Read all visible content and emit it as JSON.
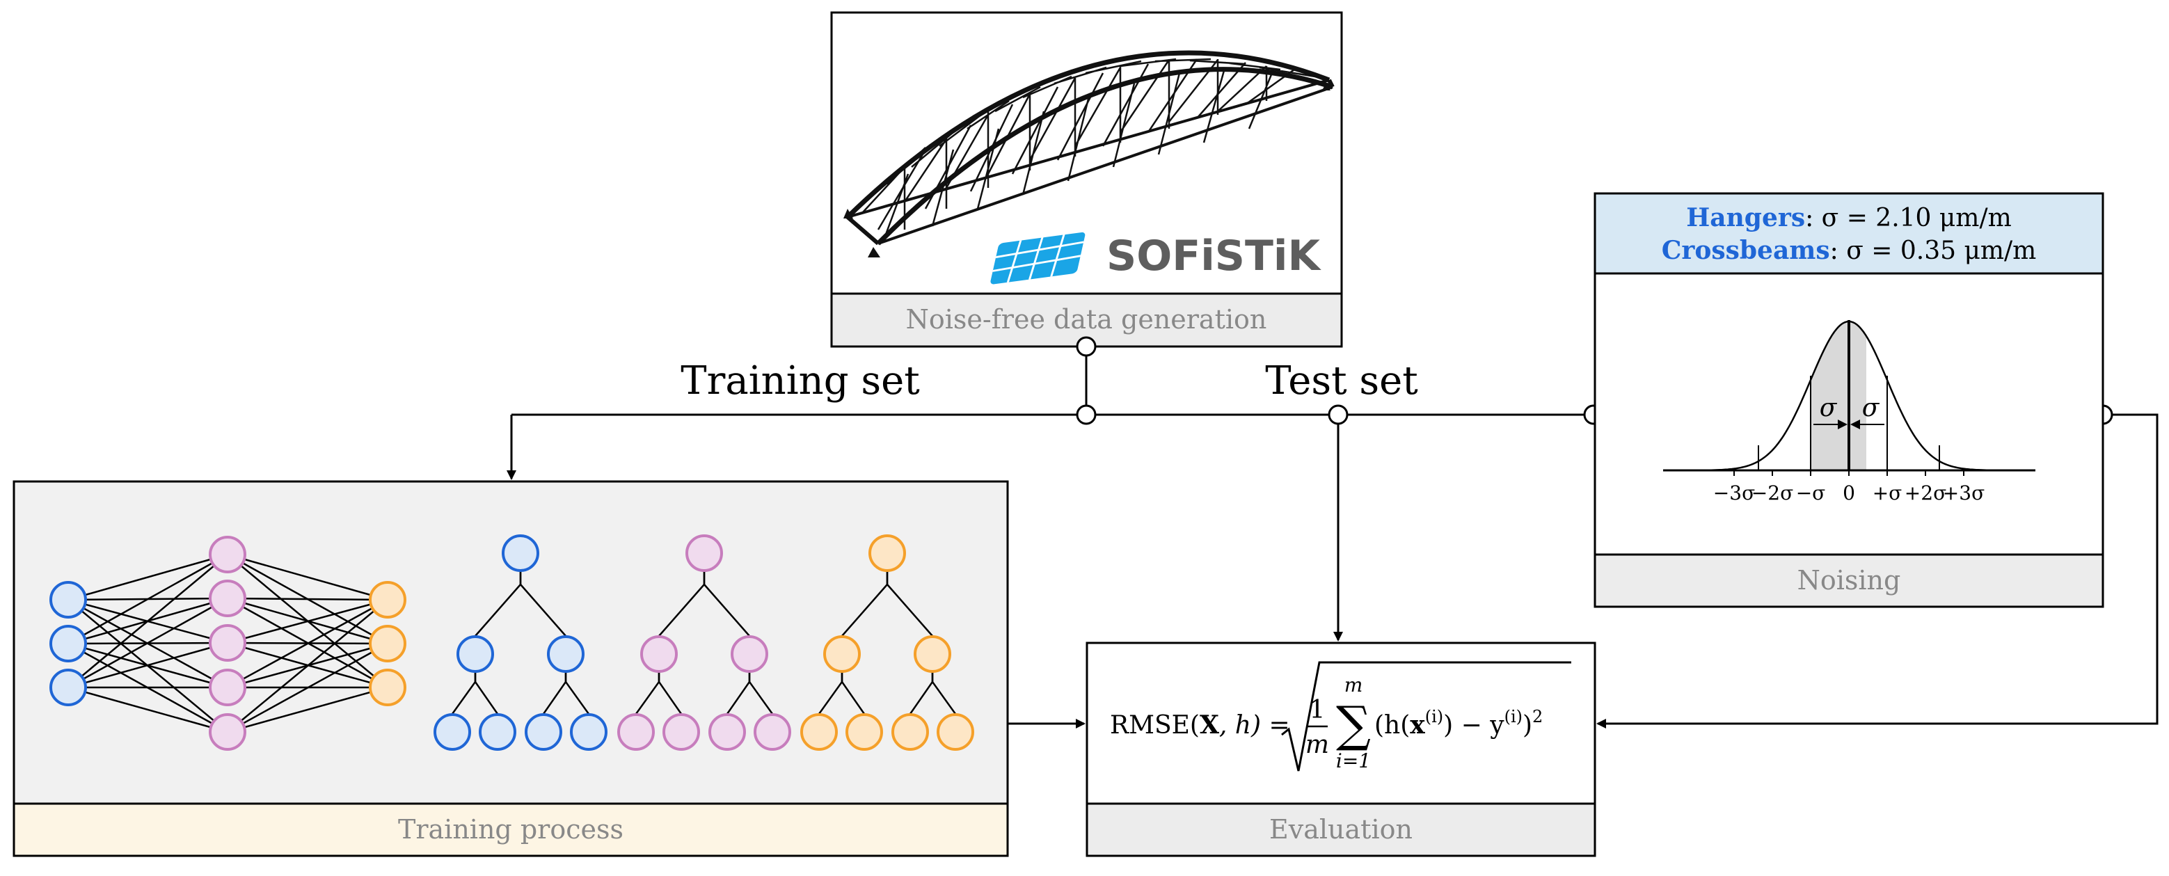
{
  "labels": {
    "noise_free": "Noise-free data generation",
    "training_set": "Training set",
    "test_set": "Test set",
    "training_process": "Training process",
    "evaluation": "Evaluation",
    "noising": "Noising",
    "brand": "SOFiSTiK"
  },
  "noise": {
    "hangers_label": "Hangers",
    "hangers_value": ": σ = 2.10 μm/m",
    "crossbeams_label": "Crossbeams",
    "crossbeams_value": ": σ = 0.35 μm/m",
    "axis_ticks": [
      "−3σ",
      "−2σ",
      "−σ",
      "0",
      "+σ",
      "+2σ",
      "+3σ"
    ],
    "sigma_left": "σ",
    "sigma_right": "σ"
  },
  "formula": {
    "lhs_prefix": "RMSE(",
    "lhs_X": "X",
    "lhs_suffix": ", h) =",
    "frac_num": "1",
    "frac_den": "m",
    "sum_upper": "m",
    "sum_lower": "i=1",
    "sum_symbol": "∑",
    "body_a": "(h(",
    "body_x": "x",
    "body_sup1": "(i)",
    "body_b": ") − y",
    "body_sup2": "(i)",
    "body_c": ")",
    "body_pow": "2"
  },
  "colors": {
    "blue": "#1f66d6",
    "blue_fill": "#dbe8f8",
    "pink": "#c77dbd",
    "pink_fill": "#f0dbee",
    "orange": "#f5a02a",
    "orange_fill": "#fde6c6",
    "header_blue": "#d7e8f4",
    "panel_gray": "#f1f1f1",
    "caption_gray": "#ececec",
    "caption_cream": "#fdf5e4",
    "sofistik_blue": "#1aa5e6",
    "sofistik_gray": "#5e5e5e"
  },
  "icons": [
    "bridge-icon",
    "sofistik-logo-icon",
    "neural-network-icon",
    "decision-tree-icon",
    "gaussian-curve-icon"
  ]
}
